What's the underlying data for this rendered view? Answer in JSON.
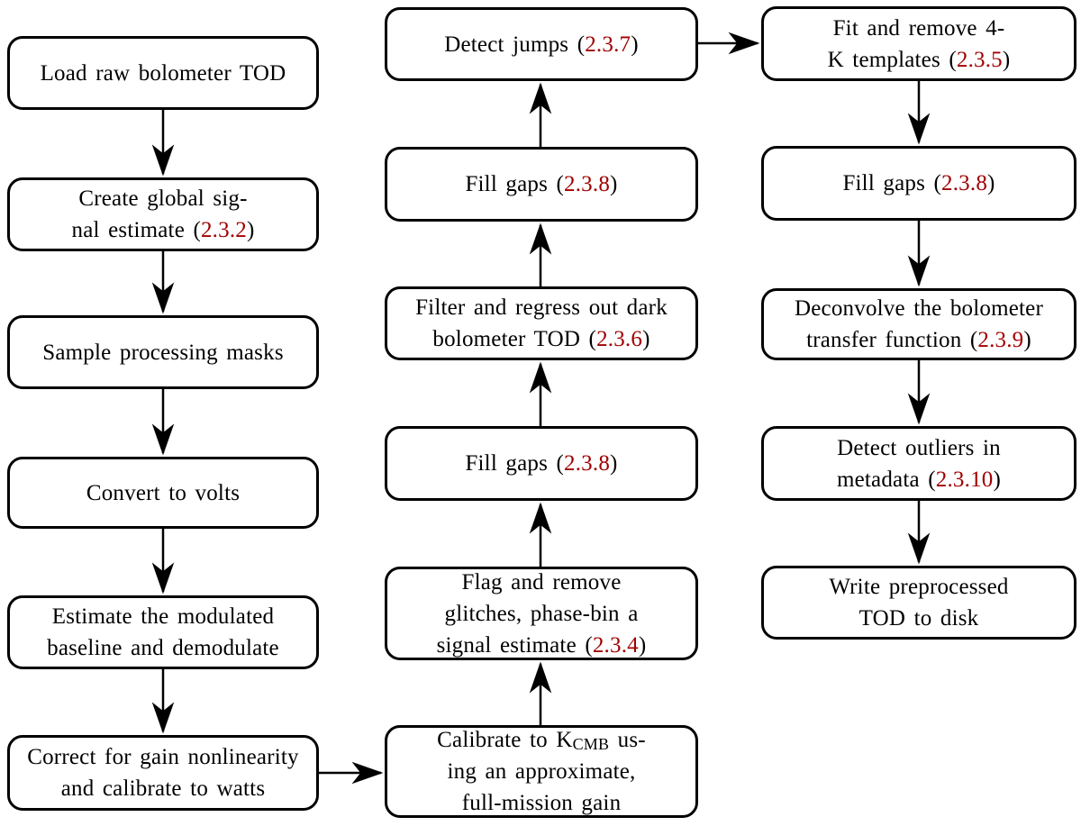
{
  "colors": {
    "background": "#ffffff",
    "box_border": "#000000",
    "arrow": "#000000",
    "section_ref": "#a00000"
  },
  "nodes": {
    "load_raw": {
      "lines": [
        [
          {
            "t": "Load raw bolometer TOD"
          }
        ]
      ]
    },
    "create_global": {
      "lines": [
        [
          {
            "t": "Create global sig-"
          }
        ],
        [
          {
            "t": "nal estimate ("
          },
          {
            "t": "2.3.2",
            "red": true
          },
          {
            "t": ")"
          }
        ]
      ]
    },
    "sample_masks": {
      "lines": [
        [
          {
            "t": "Sample processing masks"
          }
        ]
      ]
    },
    "convert_volts": {
      "lines": [
        [
          {
            "t": "Convert to volts"
          }
        ]
      ]
    },
    "estimate_baseline": {
      "lines": [
        [
          {
            "t": "Estimate the modulated"
          }
        ],
        [
          {
            "t": "baseline and demodulate"
          }
        ]
      ]
    },
    "correct_gain": {
      "lines": [
        [
          {
            "t": "Correct for gain nonlinearity"
          }
        ],
        [
          {
            "t": "and calibrate to watts"
          }
        ]
      ]
    },
    "calibrate_kcmb": {
      "lines": [
        [
          {
            "t": "Calibrate to K"
          },
          {
            "t": "CMB",
            "sub": true
          },
          {
            "t": " us-"
          }
        ],
        [
          {
            "t": "ing an approximate,"
          }
        ],
        [
          {
            "t": "full-mission gain"
          }
        ]
      ]
    },
    "flag_glitches": {
      "lines": [
        [
          {
            "t": "Flag and remove"
          }
        ],
        [
          {
            "t": "glitches, phase-bin a"
          }
        ],
        [
          {
            "t": "signal estimate ("
          },
          {
            "t": "2.3.4",
            "red": true
          },
          {
            "t": ")"
          }
        ]
      ]
    },
    "fill_gaps_mid_lower": {
      "lines": [
        [
          {
            "t": "Fill gaps ("
          },
          {
            "t": "2.3.8",
            "red": true
          },
          {
            "t": ")"
          }
        ]
      ]
    },
    "filter_dark": {
      "lines": [
        [
          {
            "t": "Filter and regress out dark"
          }
        ],
        [
          {
            "t": "bolometer TOD ("
          },
          {
            "t": "2.3.6",
            "red": true
          },
          {
            "t": ")"
          }
        ]
      ]
    },
    "fill_gaps_mid_upper": {
      "lines": [
        [
          {
            "t": "Fill gaps ("
          },
          {
            "t": "2.3.8",
            "red": true
          },
          {
            "t": ")"
          }
        ]
      ]
    },
    "detect_jumps": {
      "lines": [
        [
          {
            "t": "Detect jumps ("
          },
          {
            "t": "2.3.7",
            "red": true
          },
          {
            "t": ")"
          }
        ]
      ]
    },
    "fit_4k_templates": {
      "lines": [
        [
          {
            "t": "Fit and remove 4-"
          }
        ],
        [
          {
            "t": "K templates ("
          },
          {
            "t": "2.3.5",
            "red": true
          },
          {
            "t": ")"
          }
        ]
      ]
    },
    "fill_gaps_right": {
      "lines": [
        [
          {
            "t": "Fill gaps ("
          },
          {
            "t": "2.3.8",
            "red": true
          },
          {
            "t": ")"
          }
        ]
      ]
    },
    "deconvolve": {
      "lines": [
        [
          {
            "t": "Deconvolve the bolometer"
          }
        ],
        [
          {
            "t": "transfer function ("
          },
          {
            "t": "2.3.9",
            "red": true
          },
          {
            "t": ")"
          }
        ]
      ]
    },
    "detect_outliers": {
      "lines": [
        [
          {
            "t": "Detect outliers in"
          }
        ],
        [
          {
            "t": "metadata ("
          },
          {
            "t": "2.3.10",
            "red": true
          },
          {
            "t": ")"
          }
        ]
      ]
    },
    "write_tod": {
      "lines": [
        [
          {
            "t": "Write preprocessed"
          }
        ],
        [
          {
            "t": "TOD to disk"
          }
        ]
      ]
    }
  },
  "edges": [
    {
      "from": "load_raw",
      "to": "create_global"
    },
    {
      "from": "create_global",
      "to": "sample_masks"
    },
    {
      "from": "sample_masks",
      "to": "convert_volts"
    },
    {
      "from": "convert_volts",
      "to": "estimate_baseline"
    },
    {
      "from": "estimate_baseline",
      "to": "correct_gain"
    },
    {
      "from": "correct_gain",
      "to": "calibrate_kcmb"
    },
    {
      "from": "calibrate_kcmb",
      "to": "flag_glitches"
    },
    {
      "from": "flag_glitches",
      "to": "fill_gaps_mid_lower"
    },
    {
      "from": "fill_gaps_mid_lower",
      "to": "filter_dark"
    },
    {
      "from": "filter_dark",
      "to": "fill_gaps_mid_upper"
    },
    {
      "from": "fill_gaps_mid_upper",
      "to": "detect_jumps"
    },
    {
      "from": "detect_jumps",
      "to": "fit_4k_templates"
    },
    {
      "from": "fit_4k_templates",
      "to": "fill_gaps_right"
    },
    {
      "from": "fill_gaps_right",
      "to": "deconvolve"
    },
    {
      "from": "deconvolve",
      "to": "detect_outliers"
    },
    {
      "from": "detect_outliers",
      "to": "write_tod"
    }
  ]
}
